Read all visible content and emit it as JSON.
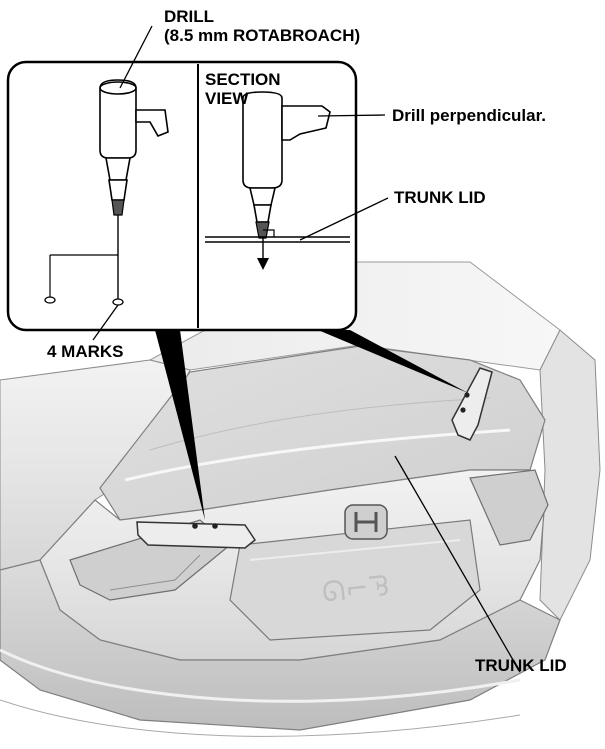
{
  "callouts": {
    "drill_title": "DRILL",
    "drill_spec": "(8.5 mm ROTABROACH)",
    "section_view_line1": "SECTION",
    "section_view_line2": "VIEW",
    "drill_perpendicular": "Drill perpendicular.",
    "trunk_lid_inset": "TRUNK LID",
    "four_marks": "4 MARKS",
    "trunk_lid_main": "TRUNK LID"
  }
}
